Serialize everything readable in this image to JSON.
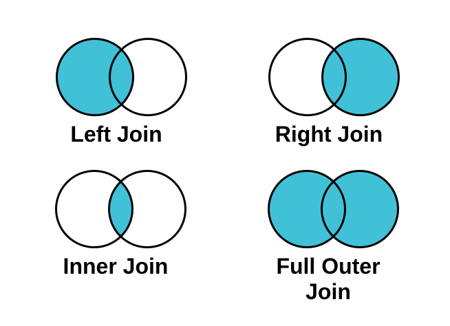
{
  "colors": {
    "filled": "#41C1D8",
    "empty": "#FFFFFF",
    "outline": "#000000",
    "background": "#FFFFFF",
    "label_text": "#000000"
  },
  "diagrams": [
    {
      "label": "Left Join",
      "regions": {
        "left": true,
        "right": false,
        "intersection": true
      }
    },
    {
      "label": "Right Join",
      "regions": {
        "left": false,
        "right": true,
        "intersection": true
      }
    },
    {
      "label": "Inner Join",
      "regions": {
        "left": false,
        "right": false,
        "intersection": true
      }
    },
    {
      "label": "Full Outer Join",
      "regions": {
        "left": true,
        "right": true,
        "intersection": true
      }
    }
  ]
}
